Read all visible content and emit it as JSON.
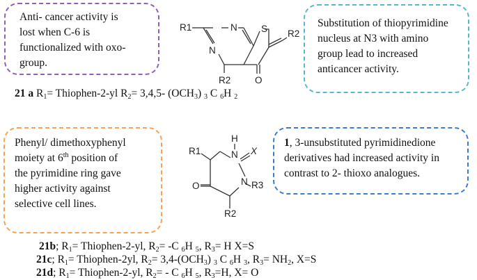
{
  "boxes": {
    "purple": {
      "lines": [
        "Anti- cancer activity is",
        "lost when C-6 is",
        "functionalized with oxo-",
        "group."
      ]
    },
    "teal": {
      "lines": [
        "Substitution of thiopyrimidine",
        "nucleus at N3 with amino",
        "group lead to increased",
        "anticancer activity."
      ]
    },
    "orange": {
      "lines": [
        "Phenyl/ dimethoxyphenyl",
        "moiety at 6",
        "th",
        " position of",
        "the pyrimidine ring gave",
        "higher activity against",
        "selective cell lines."
      ]
    },
    "blue": {
      "lines": [
        "1",
        ", 3-unsubstituted pyrimidinedione",
        "derivatives had increased activity in",
        "contrast to 2- thioxo analogues."
      ]
    }
  },
  "structure1": {
    "labels": {
      "r1": "R1",
      "n_top": "N",
      "s": "S",
      "n_left": "N",
      "r2_bottom": "R2",
      "o": "O",
      "r2_side": "R2"
    }
  },
  "structure2": {
    "labels": {
      "h": "H",
      "n_top": "N",
      "r1": "R1",
      "x": "X",
      "n_right": "N",
      "r3": "R3",
      "o": "O",
      "r2": "R2"
    }
  },
  "captions": {
    "c21a": {
      "id": "21 a",
      "t1": " R",
      "s1": "1",
      "t2": "= Thiophen-2-yl    R",
      "s2": "2",
      "t3": "= 3,4,5- (OCH",
      "s3": "3",
      "t4": ") ",
      "s4": "3",
      "t5": " C ",
      "s5": "6",
      "t6": "H ",
      "s6": "2"
    },
    "c21b": {
      "id": "21b",
      "t1": "; R",
      "s1": "1",
      "t2": "=  Thiophen-2-yl, R",
      "s2": "2",
      "t3": "= -C ",
      "s3": "6",
      "t4": "H ",
      "s4": "5",
      "t5": ", R",
      "s5": "3",
      "t6": "= H X=S"
    },
    "c21c": {
      "id": "21c",
      "t1": "; R",
      "s1": "1",
      "t2": "= Thiophen-2yl, R",
      "s2": "2",
      "t3": "= 3,4-(OCH",
      "s3": "3",
      "t4": ") ",
      "s4": "3",
      "t5": " C ",
      "s5": "6",
      "t6": "H ",
      "s6": "3",
      "t7": ", R",
      "s7": "3",
      "t8": "= NH",
      "s8": "2",
      "t9": ", X=S"
    },
    "c21d": {
      "id": "21d",
      "t1": "; R",
      "s1": "1",
      "t2": "= Thiophen-2-yl, R",
      "s2": "2",
      "t3": "= - C ",
      "s3": "6",
      "t4": "H ",
      "s4": "5",
      "t5": ", R",
      "s5": "3",
      "t6": "=H, X= O"
    }
  },
  "colors": {
    "purple": "#8e60b5",
    "teal": "#54b9cf",
    "orange": "#f5a253",
    "blue": "#3d7bd0"
  }
}
